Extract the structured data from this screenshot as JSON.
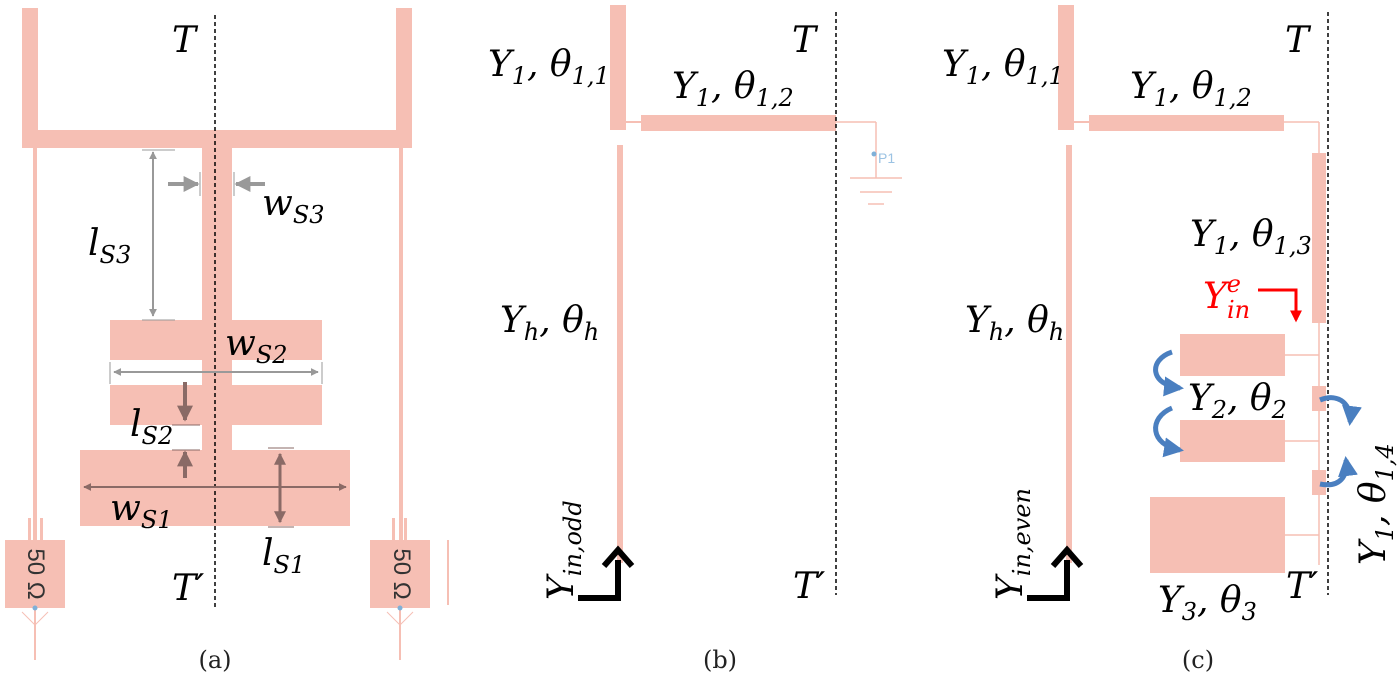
{
  "colors": {
    "strip": "#f6bfb4",
    "gray_arrow": "#999999",
    "brown_arrow": "#8a6a66",
    "blue_arrow": "#4a7fc0",
    "red": "#ff0000",
    "port_blue": "#7fb0d8"
  },
  "panel_a": {
    "caption": "(a)",
    "plane_top": "T",
    "plane_bottom": "T′",
    "ls3": {
      "main": "l",
      "sub": "S3"
    },
    "ws3": {
      "main": "w",
      "sub": "S3"
    },
    "ws2": {
      "main": "w",
      "sub": "S2"
    },
    "ls2": {
      "main": "l",
      "sub": "S2"
    },
    "ws1": {
      "main": "w",
      "sub": "S1"
    },
    "ls1": {
      "main": "l",
      "sub": "S1"
    },
    "port_left": "50 Ω",
    "port_right": "50 Ω"
  },
  "panel_b": {
    "caption": "(b)",
    "plane_top": "T",
    "plane_bottom": "T′",
    "y11": {
      "main": "Y",
      "sub1": "1",
      "sep": ", θ",
      "sub2": "1,1"
    },
    "y12": {
      "main": "Y",
      "sub1": "1",
      "sep": ", θ",
      "sub2": "1,2"
    },
    "yh": {
      "main": "Y",
      "sub1": "h",
      "sep": ", θ",
      "sub2": "h"
    },
    "yin": {
      "main": "Y",
      "sub": "in,odd"
    },
    "port": "P1"
  },
  "panel_c": {
    "caption": "(c)",
    "plane_top": "T",
    "plane_bottom": "T′",
    "y11": {
      "main": "Y",
      "sub1": "1",
      "sep": ", θ",
      "sub2": "1,1"
    },
    "y12": {
      "main": "Y",
      "sub1": "1",
      "sep": ", θ",
      "sub2": "1,2"
    },
    "y13": {
      "main": "Y",
      "sub1": "1",
      "sep": ", θ",
      "sub2": "1,3"
    },
    "yh": {
      "main": "Y",
      "sub1": "h",
      "sep": ", θ",
      "sub2": "h"
    },
    "yine": {
      "main": "Y",
      "sup": "e",
      "sub": "in"
    },
    "y2": {
      "main": "Y",
      "sub1": "2",
      "sep": ", θ",
      "sub2": "2"
    },
    "y14": {
      "main": "Y",
      "sub1": "1",
      "sep": ", θ",
      "sub2": "1,4"
    },
    "y3": {
      "main": "Y",
      "sub1": "3",
      "sep": ", θ",
      "sub2": "3"
    },
    "yin": {
      "main": "Y",
      "sub": "in,even"
    }
  }
}
